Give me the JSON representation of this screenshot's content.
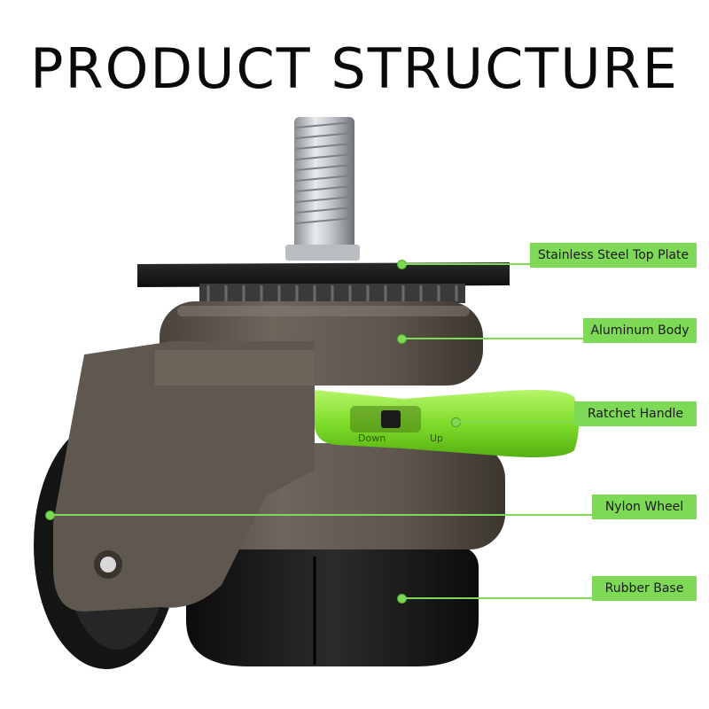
{
  "title": "PRODUCT STRUCTURE",
  "accent_color": "#7ed957",
  "handle_labels": {
    "down": "Down",
    "up": "Up"
  },
  "callouts": [
    {
      "label": "Stainless Steel Top Plate"
    },
    {
      "label": "Aluminum Body"
    },
    {
      "label": "Ratchet Handle"
    },
    {
      "label": "Nylon Wheel"
    },
    {
      "label": "Rubber Base"
    }
  ]
}
